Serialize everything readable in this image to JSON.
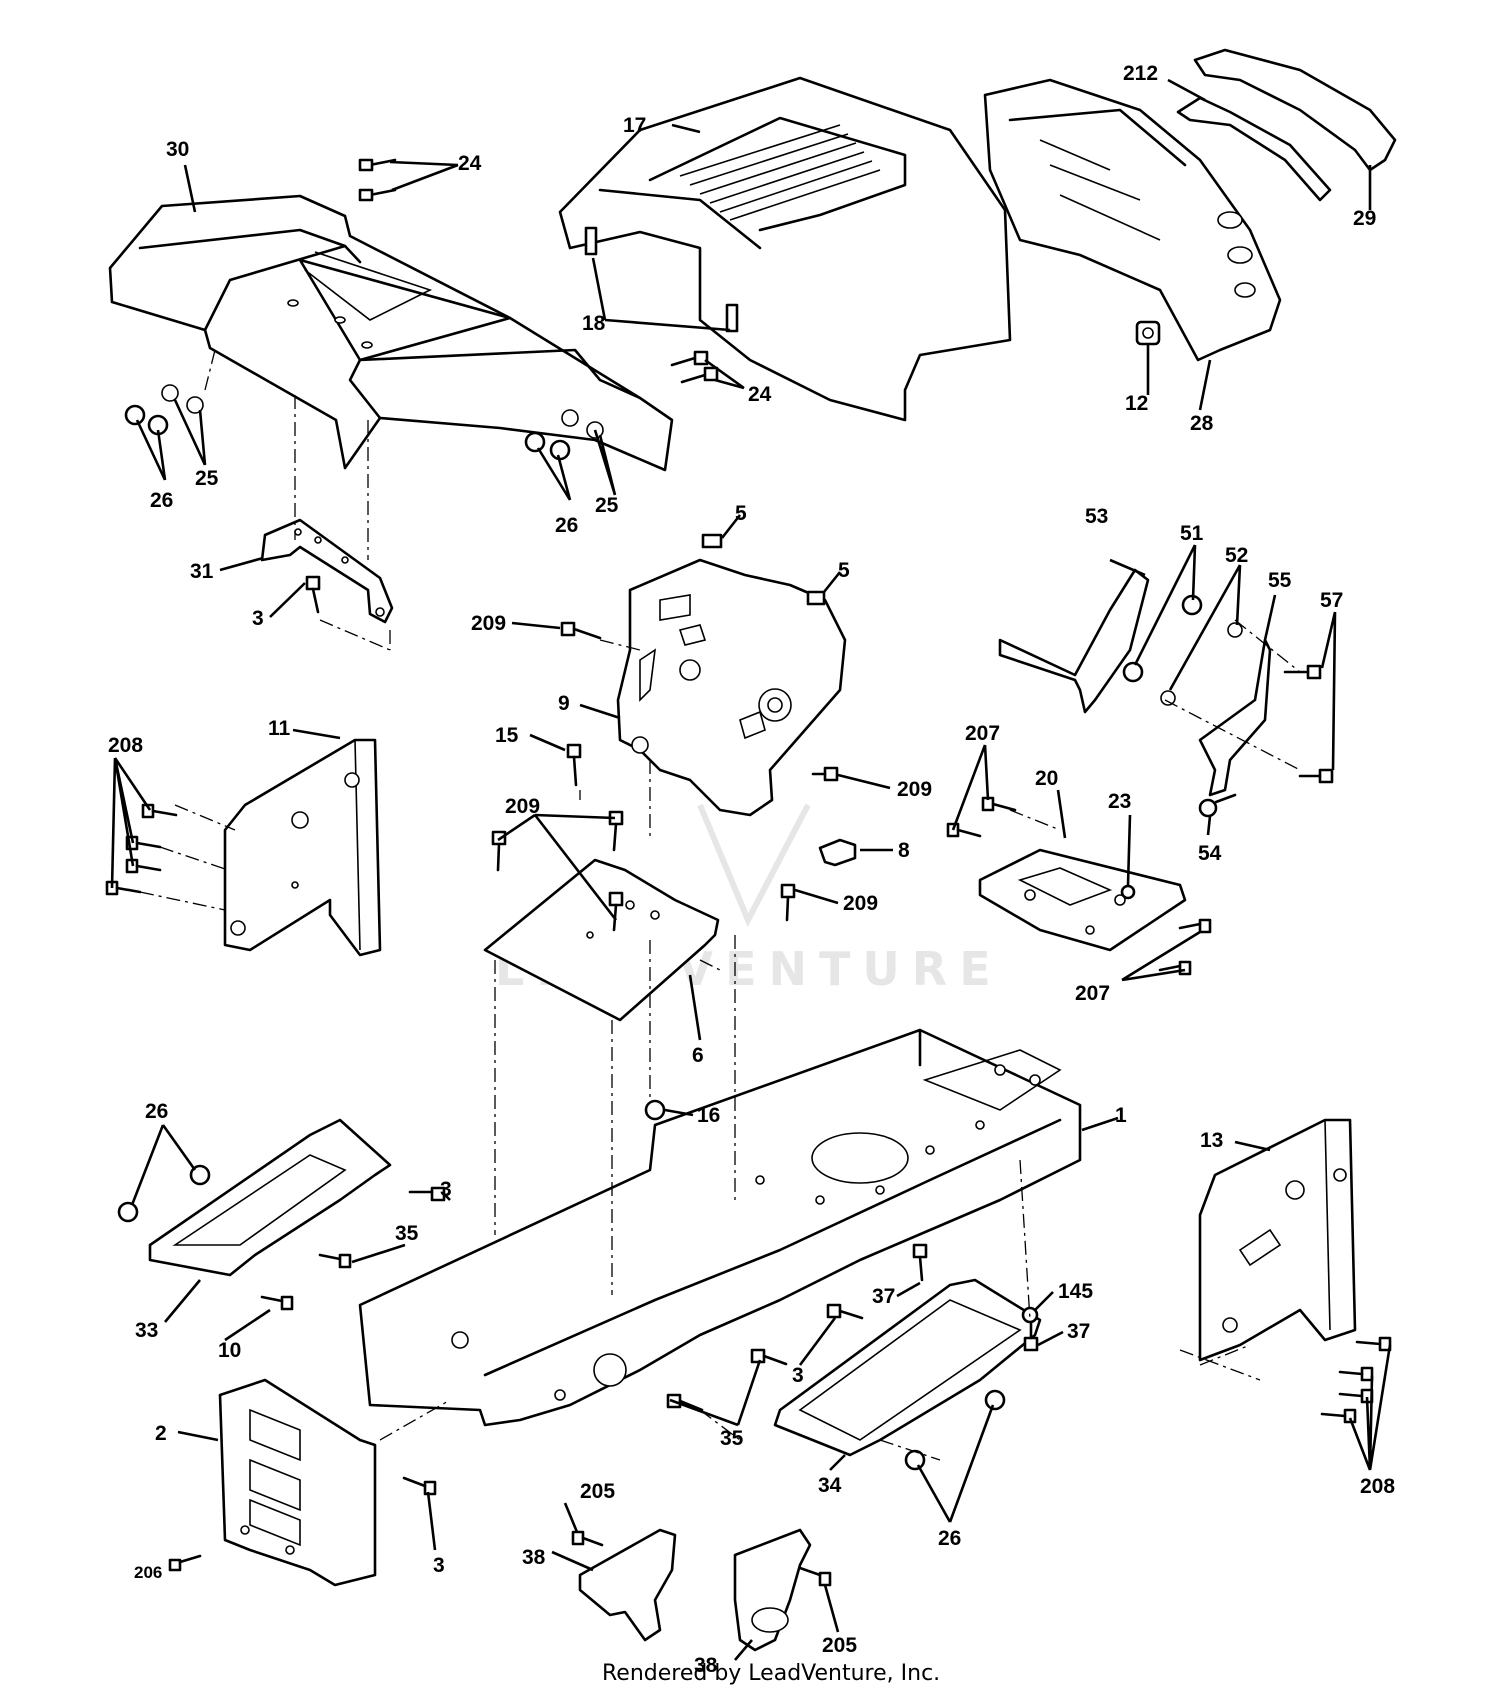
{
  "watermark": "LEADVENTURE",
  "footer": "Rendered by LeadVenture, Inc.",
  "callouts": [
    "30",
    "24",
    "17",
    "212",
    "29",
    "18",
    "24",
    "12",
    "28",
    "25",
    "26",
    "26",
    "25",
    "5",
    "5",
    "53",
    "51",
    "52",
    "55",
    "57",
    "31",
    "3",
    "209",
    "9",
    "11",
    "208",
    "15",
    "209",
    "207",
    "20",
    "23",
    "54",
    "209",
    "8",
    "209",
    "207",
    "6",
    "16",
    "1",
    "26",
    "3",
    "35",
    "33",
    "10",
    "13",
    "37",
    "145",
    "37",
    "3",
    "35",
    "34",
    "26",
    "208",
    "2",
    "3",
    "206",
    "205",
    "38",
    "38",
    "205"
  ]
}
